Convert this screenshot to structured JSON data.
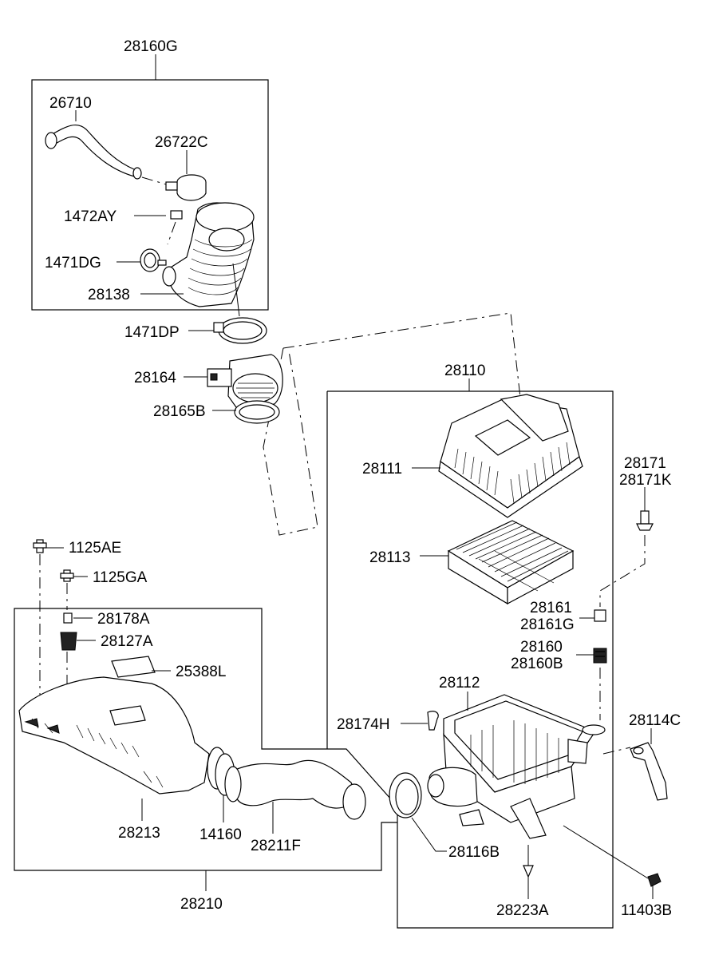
{
  "parts": {
    "p28160G": "28160G",
    "p26710": "26710",
    "p26722C": "26722C",
    "p1472AY": "1472AY",
    "p1471DG": "1471DG",
    "p28138": "28138",
    "p1471DP": "1471DP",
    "p28164": "28164",
    "p28165B": "28165B",
    "p28110": "28110",
    "p28111": "28111",
    "p28113": "28113",
    "p28171": "28171",
    "p28171K": "28171K",
    "p28161": "28161",
    "p28161G": "28161G",
    "p28160": "28160",
    "p28160B": "28160B",
    "p28112": "28112",
    "p28174H": "28174H",
    "p28114C": "28114C",
    "p28116B": "28116B",
    "p28223A": "28223A",
    "p11403B": "11403B",
    "p1125AE": "1125AE",
    "p1125GA": "1125GA",
    "p28178A": "28178A",
    "p28127A": "28127A",
    "p25388L": "25388L",
    "p28213": "28213",
    "p14160": "14160",
    "p28211F": "28211F",
    "p28210": "28210"
  }
}
